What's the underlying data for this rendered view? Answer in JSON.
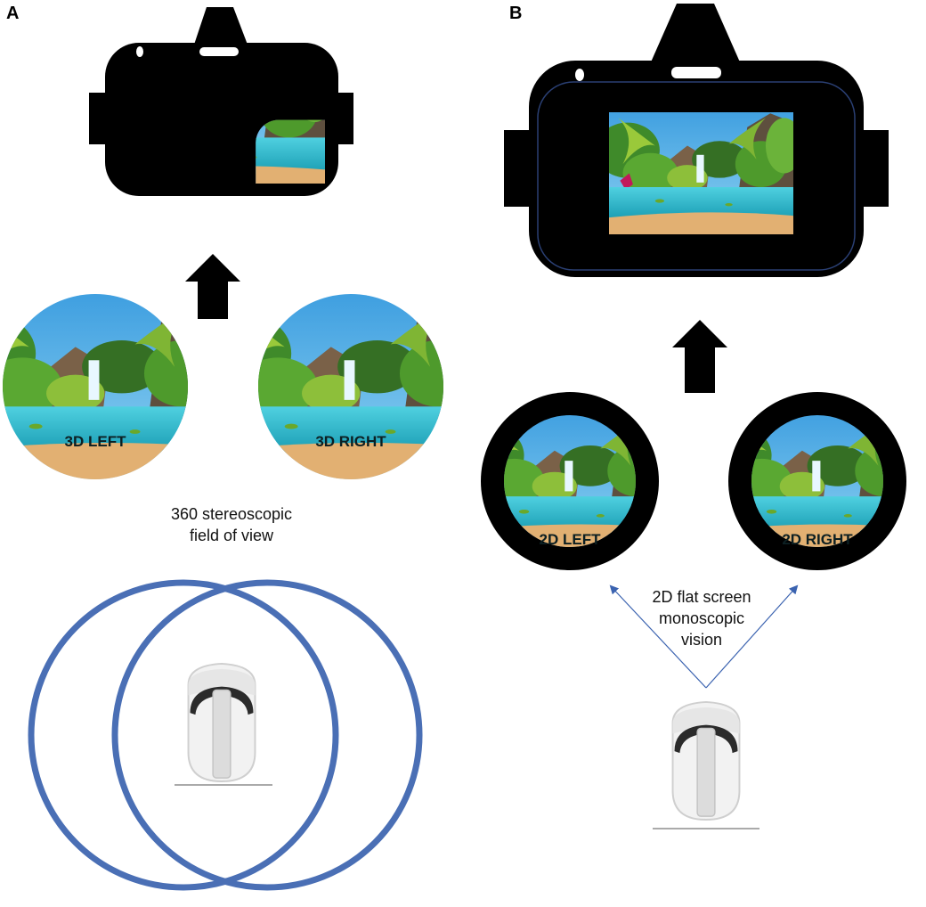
{
  "panel_a": {
    "letter": "A",
    "left_lens_label": "3D LEFT",
    "right_lens_label": "3D RIGHT",
    "caption_line1": "360 stereoscopic",
    "caption_line2": "field of view"
  },
  "panel_b": {
    "letter": "B",
    "left_lens_label": "2D LEFT",
    "right_lens_label": "2D RIGHT",
    "caption_line1": "2D flat screen",
    "caption_line2": "monoscopic",
    "caption_line3": "vision"
  },
  "colors": {
    "fov_circle": "#4a6fb5",
    "headset_frame": "#000000",
    "sky": "#5ab6e6",
    "water": "#27b8c9",
    "sand": "#e2b072",
    "foliage": "#3f8a2a"
  }
}
